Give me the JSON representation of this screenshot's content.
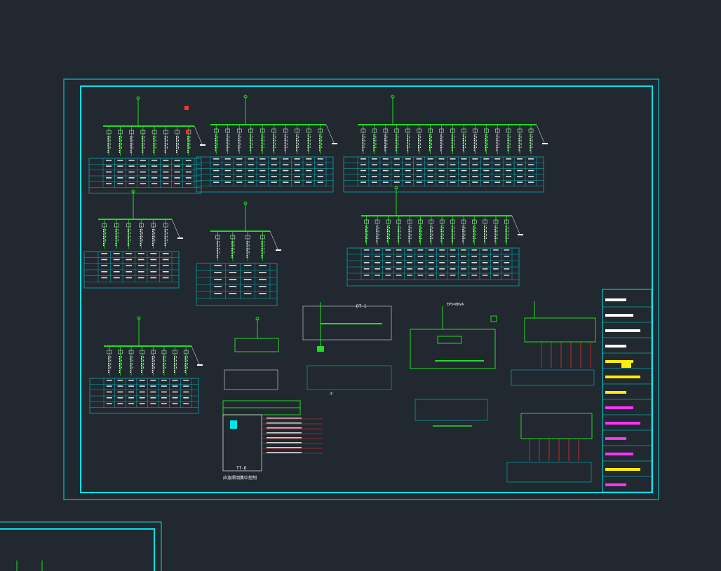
{
  "drawing": {
    "colors": {
      "background": "#212830",
      "frame": "#00e5e5",
      "busbar": "#22dd22",
      "text": "#ffffff",
      "accent_red": "#ff3333",
      "accent_magenta": "#ff33ff",
      "accent_yellow": "#ffee00",
      "table_line": "#00bbbb"
    }
  },
  "labels": {
    "panel_ds1": "DT-1",
    "panel_eps": "EPS=8KVA",
    "small_legend": "注：",
    "tt_label": "TT-D",
    "bottom_caption": "应急照明集中控制"
  },
  "title_block": {
    "items": [
      "",
      "",
      "",
      "",
      "",
      "",
      "",
      "",
      "",
      "",
      "",
      "",
      ""
    ]
  }
}
